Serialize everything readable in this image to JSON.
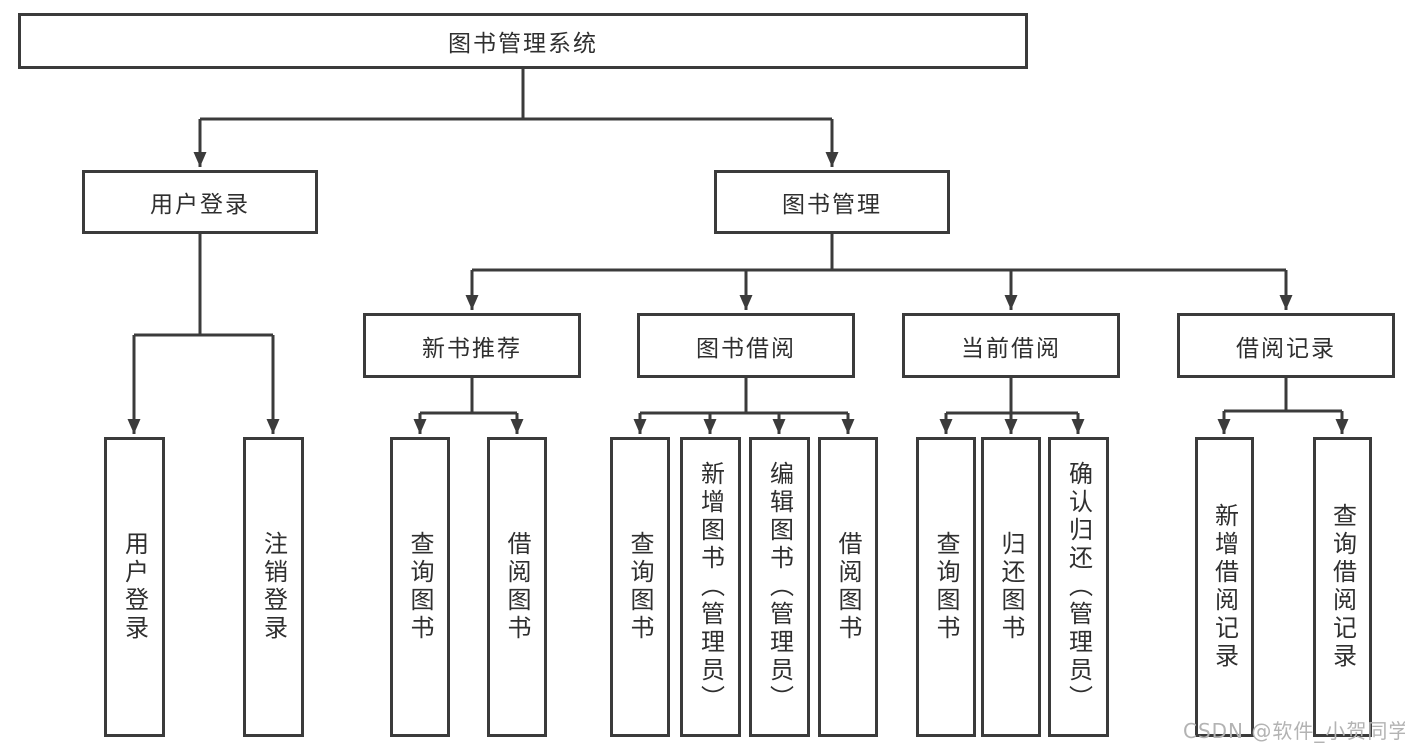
{
  "colors": {
    "line": "#3b3b3b",
    "text": "#2f2f2f",
    "watermark_text_color": "#b3b3b3",
    "background": "#ffffff"
  },
  "watermark": "CSDN @软件_小贺同学",
  "tree": {
    "label": "图书管理系统",
    "children": [
      {
        "label": "用户登录",
        "children": [
          {
            "label": "用户登录"
          },
          {
            "label": "注销登录"
          }
        ]
      },
      {
        "label": "图书管理",
        "children": [
          {
            "label": "新书推荐",
            "children": [
              {
                "label": "查询图书"
              },
              {
                "label": "借阅图书"
              }
            ]
          },
          {
            "label": "图书借阅",
            "children": [
              {
                "label": "查询图书"
              },
              {
                "label": "新增图书（管理员）"
              },
              {
                "label": "编辑图书（管理员）"
              },
              {
                "label": "借阅图书"
              }
            ]
          },
          {
            "label": "当前借阅",
            "children": [
              {
                "label": "查询图书"
              },
              {
                "label": "归还图书"
              },
              {
                "label": "确认归还（管理员）"
              }
            ]
          },
          {
            "label": "借阅记录",
            "children": [
              {
                "label": "新增借阅记录"
              },
              {
                "label": "查询借阅记录"
              }
            ]
          }
        ]
      }
    ]
  }
}
